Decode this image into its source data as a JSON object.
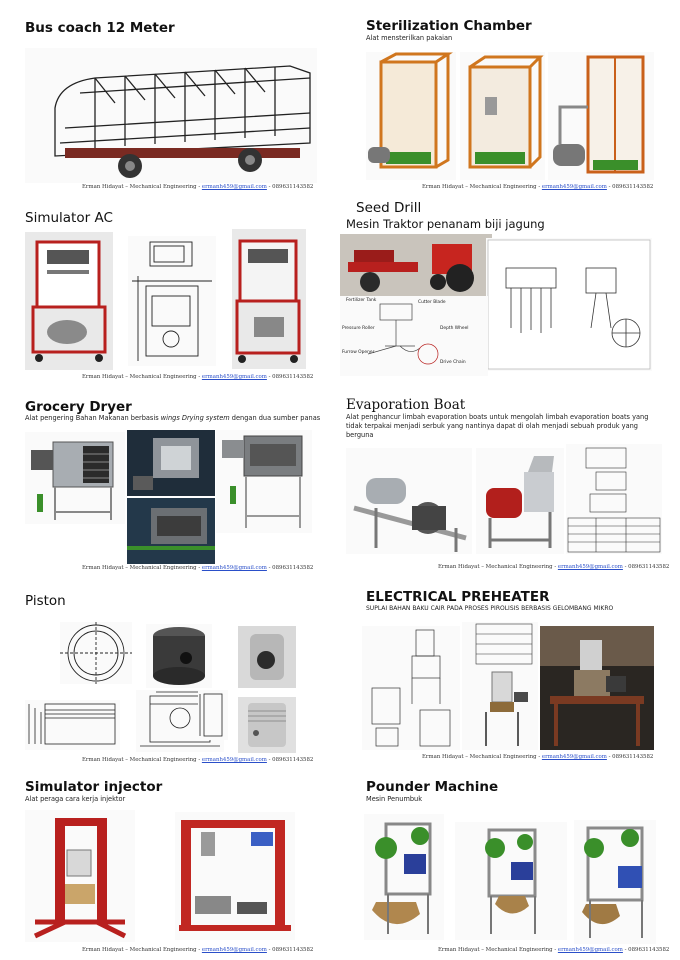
{
  "footer": {
    "name": "Erman Hidayat",
    "field": "Mechanical Engineering",
    "email": "ermanh459@gmail.com",
    "phone": "089631143582",
    "sep": " – ",
    "dash": " - "
  },
  "sections": {
    "bus": {
      "title": "Bus coach 12 Meter"
    },
    "sterilization": {
      "title": "Sterilization Chamber",
      "subtitle": "Alat mensterilkan pakaian"
    },
    "simulator_ac": {
      "title": "Simulator AC"
    },
    "seed_drill": {
      "title": "Seed Drill",
      "subtitle": "Mesin Traktor penanam biji jagung"
    },
    "grocery": {
      "title": "Grocery Dryer",
      "subtitle_pre": "Alat pengering Bahan Makanan berbasis ",
      "subtitle_em": "wings Drying system",
      "subtitle_post": " dengan dua sumber panas"
    },
    "evaporation": {
      "title": "Evaporation Boat",
      "subtitle": "Alat penghancur limbah evaporation boats untuk mengolah limbah evaporation boats yang tidak terpakai menjadi serbuk yang nantinya dapat di olah menjadi sebuah produk yang berguna"
    },
    "piston": {
      "title": "Piston"
    },
    "preheater": {
      "title": "ELECTRICAL PREHEATER",
      "subtitle": "SUPLAI BAHAN BAKU CAIR PADA PROSES PIROLISIS BERBASIS GELOMBANG MIKRO"
    },
    "injector": {
      "title": "Simulator injector",
      "subtitle": "Alat peraga cara kerja injektor"
    },
    "pounder": {
      "title": "Pounder Machine",
      "subtitle": "Mesin Penumbuk"
    }
  },
  "seed_drill_labels": [
    "Fertilizer Tank",
    "Cutter Blade",
    "Pressure Roller",
    "Depth Wheel",
    "Furrow Opener",
    "Drive Chain"
  ],
  "colors": {
    "frame_red": "#b8201e",
    "frame_orange": "#d0761e",
    "green": "#3a8f2a",
    "steel": "#9aa0a6",
    "link": "#2a4fc9"
  }
}
